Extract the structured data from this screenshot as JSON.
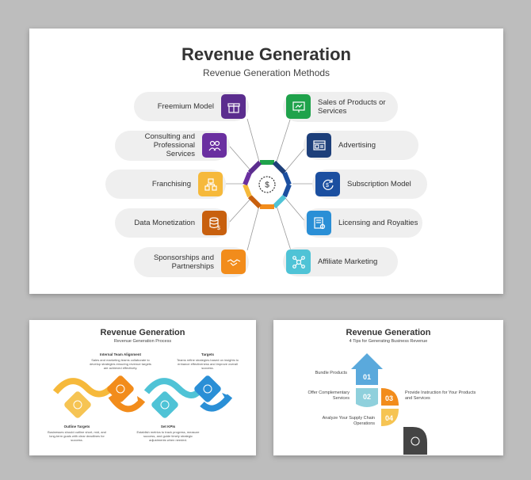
{
  "main_slide": {
    "title": "Revenue Generation",
    "subtitle": "Revenue Generation Methods",
    "left_items": [
      {
        "label": "Freemium Model",
        "color": "#5b2d8e",
        "icon": "gift-icon"
      },
      {
        "label": "Consulting and Professional Services",
        "color": "#6a2fa0",
        "icon": "consulting-icon"
      },
      {
        "label": "Franchising",
        "color": "#f6b93b",
        "icon": "franchise-icon"
      },
      {
        "label": "Data Monetization",
        "color": "#c8600e",
        "icon": "data-icon"
      },
      {
        "label": "Sponsorships and Partnerships",
        "color": "#f28c1b",
        "icon": "handshake-icon"
      }
    ],
    "right_items": [
      {
        "label": "Sales of Products or Services",
        "color": "#1fa24b",
        "icon": "sales-icon"
      },
      {
        "label": "Advertising",
        "color": "#1d3f7a",
        "icon": "advertising-icon"
      },
      {
        "label": "Subscription Model",
        "color": "#1b4fa0",
        "icon": "subscription-icon"
      },
      {
        "label": "Licensing and Royalties",
        "color": "#2a8fd6",
        "icon": "license-icon"
      },
      {
        "label": "Affiliate Marketing",
        "color": "#4fc3d6",
        "icon": "affiliate-icon"
      }
    ]
  },
  "process_slide": {
    "title": "Revenue Generation",
    "subtitle": "Revenue Generation Process",
    "steps": [
      {
        "heading": "Internal Team Alignment",
        "text": "Sales and marketing teams collaborate to develop strategies ensuring revenue targets are achieved effectively."
      },
      {
        "heading": "Targets",
        "text": "Teams refine strategies based on insights to enhance effectiveness and improve overall success."
      },
      {
        "heading": "Outline Targets",
        "text": "Businesses should outline short, mid, and long-term goals with clear deadlines for success."
      },
      {
        "heading": "Set KPIs",
        "text": "Establish metrics to track progress, measure success, and guide timely strategic adjustments when needed."
      }
    ]
  },
  "tips_slide": {
    "title": "Revenue Generation",
    "subtitle": "4 Tips for Generating Business Revenue",
    "tips": [
      {
        "number": "01",
        "label": "Bundle Products",
        "color": "#5aa9dc"
      },
      {
        "number": "02",
        "label": "Offer Complementary Services",
        "color": "#8fd0dc"
      },
      {
        "number": "03",
        "label": "Provide Instruction for Your Products and Services",
        "color": "#f28c1b"
      },
      {
        "number": "04",
        "label": "Analyze Your Supply Chain Operations",
        "color": "#f6c453"
      }
    ]
  }
}
